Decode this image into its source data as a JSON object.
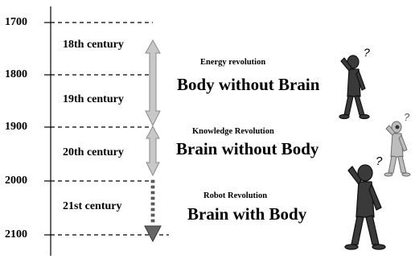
{
  "timeline": {
    "years": [
      "1700",
      "1800",
      "1900",
      "2000",
      "2100"
    ],
    "centuries": [
      "18th century",
      "19th century",
      "20th century",
      "21st century"
    ]
  },
  "revolutions": [
    {
      "title": "Energy revolution",
      "main": "Body without Brain"
    },
    {
      "title": "Knowledge Revolution",
      "main": "Brain without Body"
    },
    {
      "title": "Robot Revolution",
      "main": "Brain with Body"
    }
  ],
  "figures": [
    {
      "name": "thinking-stick-figure-1",
      "mark": "?",
      "shade": "dark"
    },
    {
      "name": "thinking-stick-figure-2",
      "mark": "?",
      "shade": "light"
    },
    {
      "name": "thinking-stick-figure-3",
      "mark": "?",
      "shade": "dark"
    }
  ],
  "colors": {
    "ink": "#000000",
    "arrow_fill": "#c8c8c8",
    "arrow_stroke": "#8a8a8a",
    "figure_dark": "#3a3a3a",
    "figure_light": "#bdbdbd"
  }
}
